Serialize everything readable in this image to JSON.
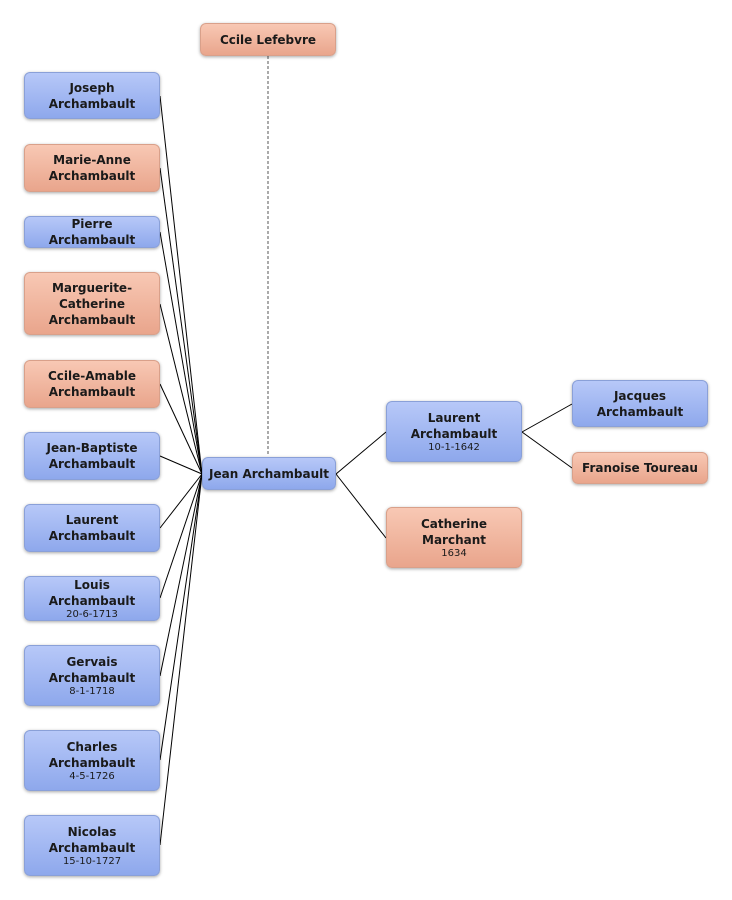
{
  "spouse": {
    "name": "Ccile Lefebvre"
  },
  "center": {
    "name": "Jean Archambault"
  },
  "father": {
    "name": "Laurent Archambault",
    "date": "10-1-1642"
  },
  "mother": {
    "name": "Catherine Marchant",
    "date": "1634"
  },
  "grandfather": {
    "name": "Jacques Archambault"
  },
  "grandmother": {
    "name": "Franoise Toureau"
  },
  "children": [
    {
      "name": "Joseph Archambault",
      "date": ""
    },
    {
      "name": "Marie-Anne Archambault",
      "date": ""
    },
    {
      "name": "Pierre Archambault",
      "date": ""
    },
    {
      "name": "Marguerite-Catherine Archambault",
      "date": ""
    },
    {
      "name": "Ccile-Amable Archambault",
      "date": ""
    },
    {
      "name": "Jean-Baptiste Archambault",
      "date": ""
    },
    {
      "name": "Laurent Archambault",
      "date": ""
    },
    {
      "name": "Louis Archambault",
      "date": "20-6-1713"
    },
    {
      "name": "Gervais Archambault",
      "date": "8-1-1718"
    },
    {
      "name": "Charles Archambault",
      "date": "4-5-1726"
    },
    {
      "name": "Nicolas Archambault",
      "date": "15-10-1727"
    }
  ],
  "colors": {
    "male": "#9db4f0",
    "female": "#f0b39e",
    "line": "#000000"
  }
}
